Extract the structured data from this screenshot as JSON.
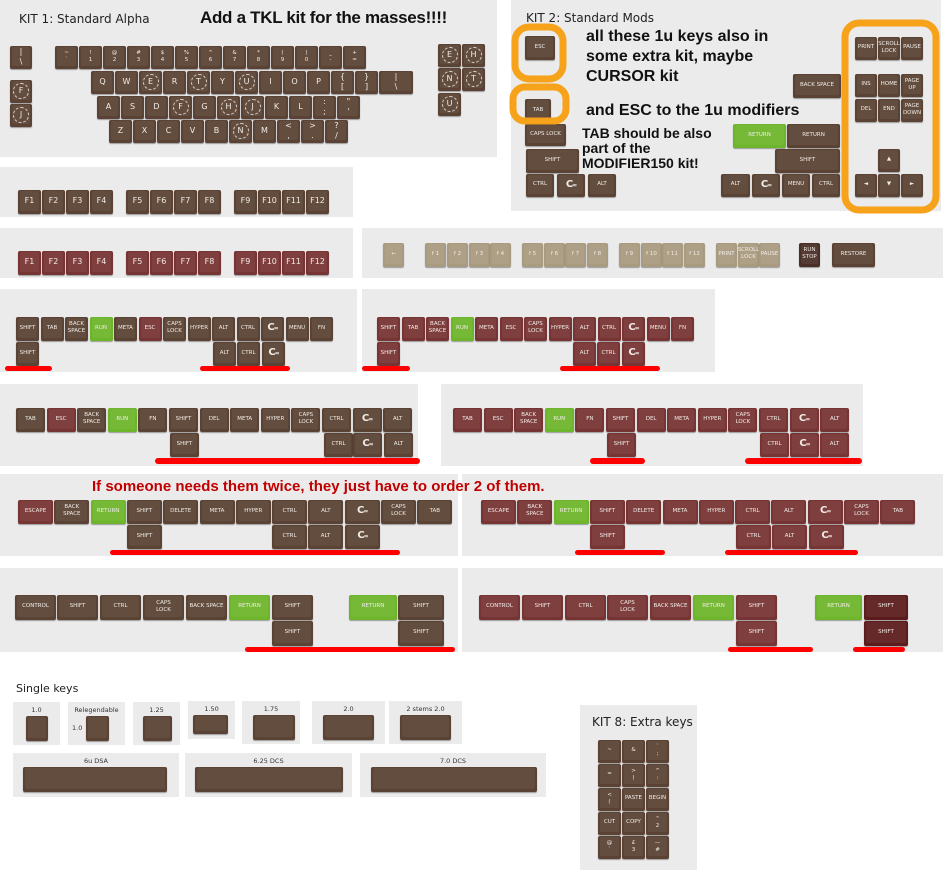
{
  "palette": {
    "brown": "#5a4234",
    "red": "#773434",
    "green": "#6db52b",
    "tan": "#a99b80",
    "darkbrown": "#4a2f27",
    "darkred": "#5c1c1c",
    "orange": "#f7a21b",
    "strike": "#ff0000",
    "note_red": "#c00000"
  },
  "kit1": {
    "title": "KIT 1: Standard Alpha",
    "annotation": "Add a TKL kit for the masses!!!!",
    "circled": [
      "F",
      "J",
      "E",
      "H",
      "N",
      "T",
      "U"
    ],
    "groups": {
      "left": [
        "|\n\\",
        "F",
        "J"
      ],
      "num": [
        "~\n`",
        "!\n1",
        "@\n2",
        "#\n3",
        "$\n4",
        "%\n5",
        "^\n6",
        "&\n7",
        "*\n8",
        "(\n9",
        ")\n0",
        "_\n-",
        "+\n="
      ],
      "q": [
        "Q",
        "W",
        "E",
        "R",
        "T",
        "Y",
        "U",
        "I",
        "O",
        "P",
        "{\n[",
        "}\n]",
        "|\n\\"
      ],
      "a": [
        "A",
        "S",
        "D",
        "F",
        "G",
        "H",
        "J",
        "K",
        "L",
        ":\n;",
        "\"\n'"
      ],
      "z": [
        "Z",
        "X",
        "C",
        "V",
        "B",
        "N",
        "M",
        "<\n,",
        ">\n.",
        "?\n/"
      ],
      "nav": [
        "E",
        "H",
        "N",
        "T",
        "U"
      ]
    }
  },
  "kit2": {
    "title": "KIT 2: Standard Mods",
    "annotations": [
      "all these 1u keys also in\nsome extra kit, maybe\nCURSOR kit",
      "and ESC to the 1u modifiers",
      "TAB should be also part\nof the MODIFIER150 kit!"
    ],
    "keys": [
      "ESC",
      "TAB",
      "CAPS LOCK",
      "SHIFT",
      "CTRL",
      {
        "l": "C=",
        "icon": "commodore"
      },
      "ALT",
      "BACK SPACE",
      {
        "l": "RETURN",
        "c": "green"
      },
      "RETURN",
      "SHIFT",
      "ALT",
      {
        "l": "C=",
        "icon": "commodore"
      },
      "MENU",
      "CTRL",
      "PRINT",
      "SCROLL\nLOCK",
      "PAUSE",
      "INS",
      "HOME",
      "PAGE\nUP",
      "DEL",
      "END",
      "PAGE\nDOWN",
      "▲",
      "◄",
      "▼",
      "►"
    ]
  },
  "fkeys_brown": {
    "color": "brown",
    "keys": [
      "F1",
      "F2",
      "F3",
      "F4",
      "F5",
      "F6",
      "F7",
      "F8",
      "F9",
      "F10",
      "F11",
      "F12"
    ]
  },
  "fkeys_red": {
    "color": "red",
    "keys": [
      "F1",
      "F2",
      "F3",
      "F4",
      "F5",
      "F6",
      "F7",
      "F8",
      "F9",
      "F10",
      "F11",
      "F12"
    ]
  },
  "fkeys_tan": {
    "color": "tan",
    "keys": [
      "←",
      "f 1",
      "f 2",
      "f 3",
      "f 4",
      "f 5",
      "f 6",
      "f 7",
      "f 8",
      "f 9",
      "f 10",
      "f 11",
      "f 12",
      "PRINT",
      "SCROLL\nLOCK",
      "PAUSE",
      {
        "l": "RUN\nSTOP",
        "c": "darkbrown"
      },
      {
        "l": "RESTORE",
        "c": "brown"
      }
    ]
  },
  "mods1": {
    "color": "brown",
    "keys": [
      "SHIFT",
      "TAB",
      "BACK\nSPACE",
      {
        "l": "RUN",
        "c": "green"
      },
      "META",
      {
        "l": "ESC",
        "c": "red"
      },
      "CAPS\nLOCK",
      "HYPER",
      "ALT",
      "CTRL",
      {
        "l": "C=",
        "icon": "commodore"
      },
      "MENU",
      "FN",
      "SHIFT",
      "ALT",
      "CTRL",
      {
        "l": "C=",
        "icon": "commodore"
      }
    ]
  },
  "mods1r": {
    "color": "red",
    "keys": [
      "SHIFT",
      "TAB",
      "BACK\nSPACE",
      {
        "l": "RUN",
        "c": "green"
      },
      "META",
      "ESC",
      "CAPS\nLOCK",
      "HYPER",
      "ALT",
      "CTRL",
      {
        "l": "C=",
        "icon": "commodore"
      },
      "MENU",
      "FN",
      "SHIFT",
      "ALT",
      "CTRL",
      {
        "l": "C=",
        "icon": "commodore"
      }
    ]
  },
  "mods2": {
    "color": "brown",
    "keys": [
      "TAB",
      {
        "l": "ESC",
        "c": "red"
      },
      "BACK\nSPACE",
      {
        "l": "RUN",
        "c": "green"
      },
      "FN",
      "SHIFT",
      "DEL",
      "META",
      "HYPER",
      "CAPS\nLOCK",
      "CTRL",
      {
        "l": "C=",
        "icon": "commodore"
      },
      "ALT",
      "SHIFT",
      "CTRL",
      {
        "l": "C=",
        "icon": "commodore"
      },
      "ALT"
    ]
  },
  "mods2r": {
    "color": "red",
    "keys": [
      "TAB",
      "ESC",
      "BACK\nSPACE",
      {
        "l": "RUN",
        "c": "green"
      },
      "FN",
      "SHIFT",
      "DEL",
      "META",
      "HYPER",
      "CAPS\nLOCK",
      "CTRL",
      {
        "l": "C=",
        "icon": "commodore"
      },
      "ALT",
      "SHIFT",
      "CTRL",
      {
        "l": "C=",
        "icon": "commodore"
      },
      "ALT"
    ]
  },
  "mods3_note": "If someone needs them twice, they just have to order 2 of them.",
  "mods3": {
    "color": "brown",
    "keys": [
      {
        "l": "ESCAPE",
        "c": "red"
      },
      "BACK\nSPACE",
      {
        "l": "RETURN",
        "c": "green"
      },
      "SHIFT",
      "DELETE",
      "META",
      "HYPER",
      "CTRL",
      "ALT",
      {
        "l": "C=",
        "icon": "commodore"
      },
      "CAPS\nLOCK",
      "TAB",
      "SHIFT",
      "CTRL",
      "ALT",
      {
        "l": "C=",
        "icon": "commodore"
      }
    ]
  },
  "mods3r": {
    "color": "red",
    "keys": [
      "ESCAPE",
      "BACK\nSPACE",
      {
        "l": "RETURN",
        "c": "green"
      },
      "SHIFT",
      "DELETE",
      "META",
      "HYPER",
      "CTRL",
      "ALT",
      {
        "l": "C=",
        "icon": "commodore"
      },
      "CAPS\nLOCK",
      "TAB",
      "SHIFT",
      "CTRL",
      "ALT",
      {
        "l": "C=",
        "icon": "commodore"
      }
    ]
  },
  "mods4": {
    "color": "brown",
    "keys": [
      "CONTROL",
      "SHIFT",
      "CTRL",
      "CAPS\nLOCK",
      "BACK SPACE",
      {
        "l": "RETURN",
        "c": "green"
      },
      "SHIFT",
      {
        "l": "RETURN",
        "c": "green"
      },
      "SHIFT",
      "SHIFT",
      "SHIFT"
    ]
  },
  "mods4r": {
    "color": "red",
    "keys": [
      "CONTROL",
      "SHIFT",
      "CTRL",
      "CAPS\nLOCK",
      "BACK SPACE",
      {
        "l": "RETURN",
        "c": "green"
      },
      "SHIFT",
      {
        "l": "RETURN",
        "c": "green"
      },
      {
        "l": "SHIFT",
        "c": "darkred"
      },
      "SHIFT",
      {
        "l": "SHIFT",
        "c": "darkred"
      }
    ]
  },
  "single": {
    "title": "Single keys",
    "boxes": [
      {
        "label": "1.0"
      },
      {
        "label": "Relegendable",
        "side": "1.0"
      },
      {
        "label": "1.25"
      },
      {
        "label": "1.50"
      },
      {
        "label": "1.75"
      },
      {
        "label": "2.0"
      },
      {
        "label": "2 stems 2.0"
      },
      {
        "label": "6u DSA"
      },
      {
        "label": "6.25 DCS"
      },
      {
        "label": "7.0 DCS"
      }
    ]
  },
  "kit8": {
    "title": "KIT 8: Extra keys",
    "color": "brown",
    "keys": [
      "~",
      "&",
      "`\n;",
      "=",
      ">\n)",
      "^\n:",
      "<\n(",
      "PASTE",
      "BEGIN",
      "CUT",
      "COPY",
      "\"\n2",
      "@\n`",
      "£\n3",
      "—\n#"
    ]
  }
}
